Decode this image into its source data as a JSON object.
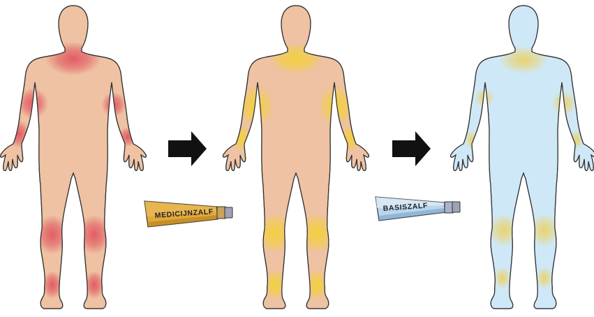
{
  "figures": [
    {
      "name": "inflamed",
      "skin": "#EEC2A2",
      "patch": "#E0525E"
    },
    {
      "name": "after-medicated",
      "skin": "#EEC2A2",
      "patch": "#F3D03C"
    },
    {
      "name": "after-base",
      "skin": "#CFE8F8",
      "patch": "#F3D03C"
    }
  ],
  "arrows": {
    "color": "#111111"
  },
  "tubes": [
    {
      "label": "MEDICIJNZALF",
      "body": "#E2A93A",
      "body_dark": "#B57E1E"
    },
    {
      "label": "BASISZALF",
      "body": "#B9D6EE",
      "body_dark": "#6E95BF"
    }
  ],
  "outline": "#333333"
}
